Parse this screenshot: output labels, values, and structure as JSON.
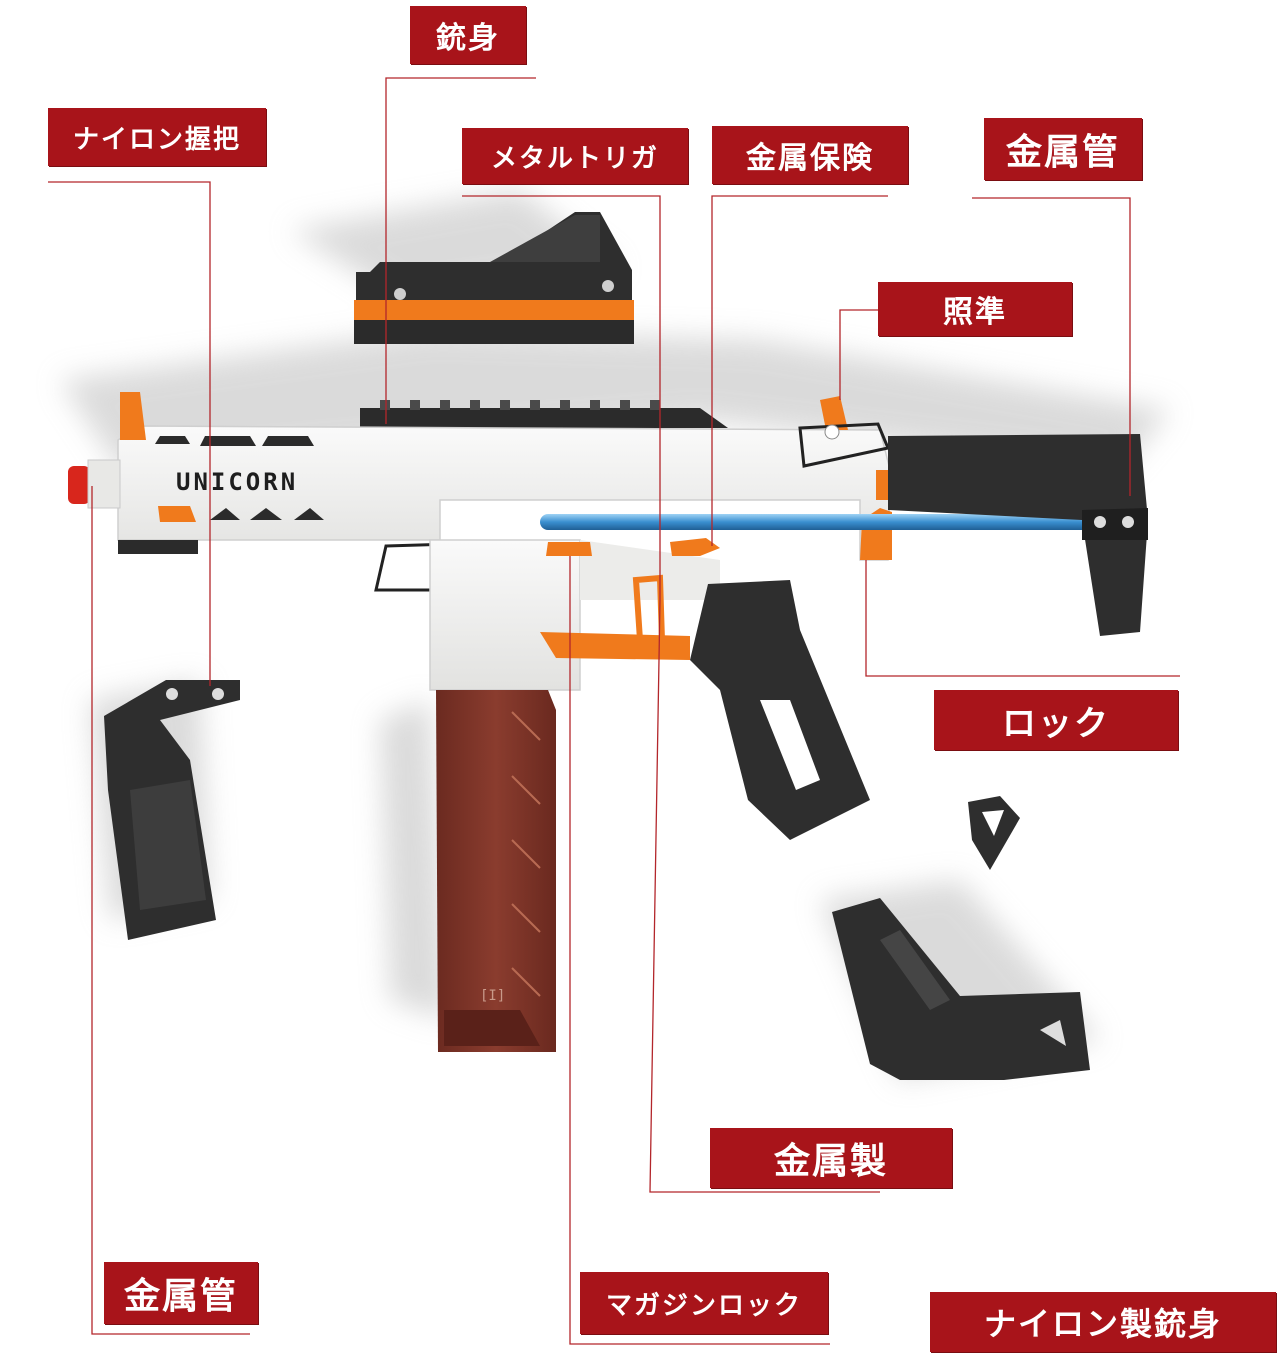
{
  "product": {
    "brand_mark": "UNICORN",
    "magazine_mark": "[I]"
  },
  "labels": {
    "barrel": "銃身",
    "nylon_grip": "ナイロン握把",
    "metal_trigger": "メタルトリガ",
    "metal_safety": "金属保険",
    "metal_tube_top": "金属管",
    "sight": "照準",
    "lock": "ロック",
    "metal_made": "金属製",
    "metal_tube_bottom": "金属管",
    "magazine_lock": "マガジンロック",
    "nylon_barrel": "ナイロン製銃身"
  },
  "colors": {
    "label_bg": "#a8141a",
    "leader_line": "#b3262b",
    "body_white": "#f1f1ef",
    "accent_orange": "#f07a1c",
    "part_black": "#2b2b2b",
    "magazine_brown": "#7a3328",
    "rod_blue": "#3a8fd0",
    "muzzle_red": "#d8261c"
  }
}
